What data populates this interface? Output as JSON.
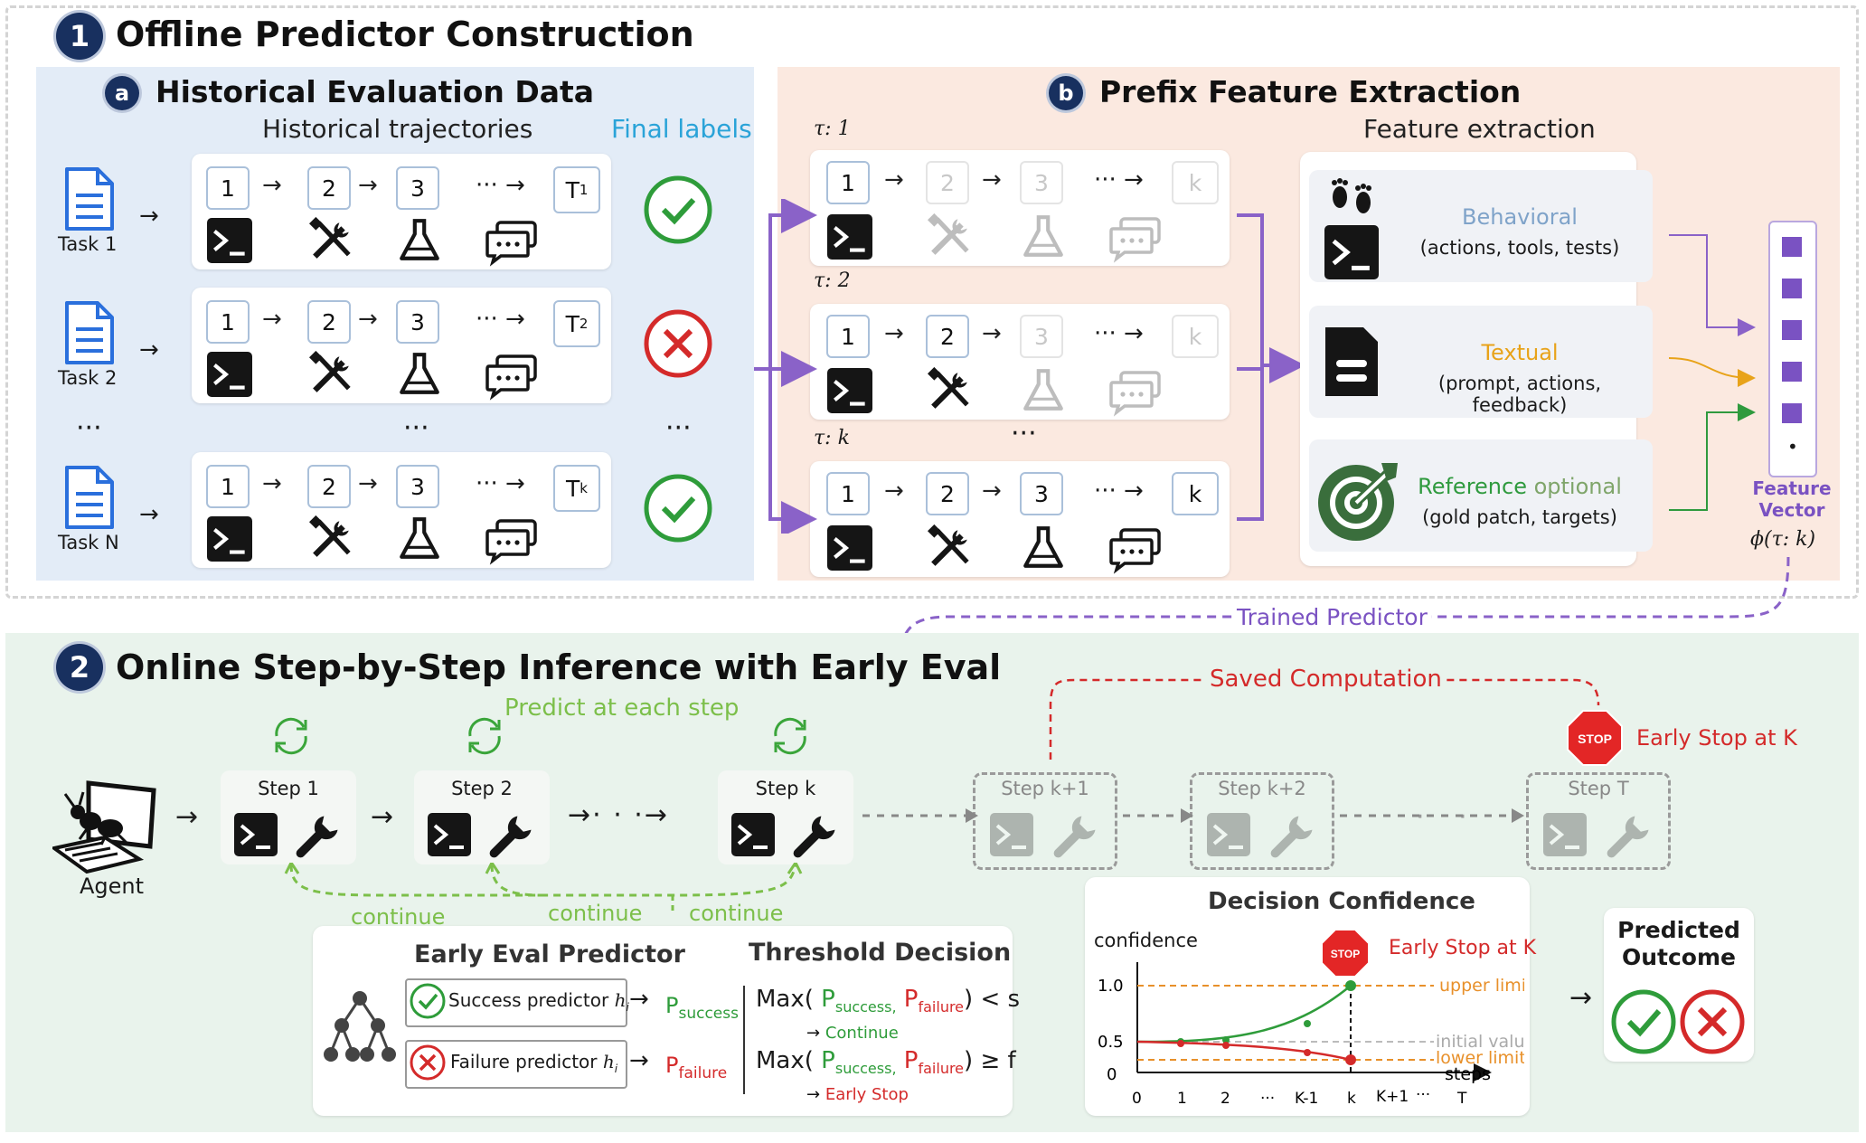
{
  "section1": {
    "number": "1",
    "title": "Offline Predictor Construction",
    "panel_a": {
      "letter": "a",
      "title": "Historical Evaluation Data",
      "trajectories_label": "Historical trajectories",
      "final_labels": "Final labels",
      "tasks": [
        {
          "label": "Task 1",
          "steps": [
            "1",
            "2",
            "3"
          ],
          "dots": "···",
          "last": "T",
          "last_sub": "1",
          "outcome": "success"
        },
        {
          "label": "Task 2",
          "steps": [
            "1",
            "2",
            "3"
          ],
          "dots": "···",
          "last": "T",
          "last_sub": "2",
          "outcome": "failure"
        },
        {
          "label": "Task N",
          "steps": [
            "1",
            "2",
            "3"
          ],
          "dots": "···",
          "last": "T",
          "last_sub": "k",
          "outcome": "success"
        }
      ],
      "ellipsis": "···"
    },
    "panel_b": {
      "letter": "b",
      "title": "Prefix Feature Extraction",
      "feature_extraction": "Feature extraction",
      "prefixes": [
        {
          "label": "τ: 1",
          "steps": [
            "1",
            "2",
            "3"
          ],
          "dots": "···",
          "last": "k"
        },
        {
          "label": "τ: 2",
          "steps": [
            "1",
            "2",
            "3"
          ],
          "dots": "···",
          "last": "k"
        },
        {
          "label": "τ: k",
          "steps": [
            "1",
            "2",
            "3"
          ],
          "dots": "···",
          "last": "k"
        }
      ],
      "ellipsis": "···",
      "features": [
        {
          "title": "Behavioral",
          "desc": "(actions, tools, tests)",
          "color": "#7fa3c9"
        },
        {
          "title": "Textual",
          "desc": "(prompt, actions, feedback)",
          "color": "#e8a31a"
        },
        {
          "title": "Reference",
          "title_extra": " optional",
          "desc": "(gold patch, targets)",
          "color": "#2f9a3e"
        }
      ],
      "vector_label": "Feature Vector",
      "vector_formula": "ϕ(τ: k)",
      "vector_dot": "•"
    }
  },
  "trained_predictor": "Trained Predictor",
  "section2": {
    "number": "2",
    "title": "Online Step-by-Step Inference with Early Eval",
    "predict_each": "Predict at each step",
    "agent": "Agent",
    "steps_active": [
      "Step 1",
      "Step 2",
      "Step k"
    ],
    "steps_faded": [
      "Step k+1",
      "Step k+2",
      "Step T"
    ],
    "continue": [
      "continue",
      "continue",
      "continue"
    ],
    "saved_computation": "Saved Computation",
    "early_stop": "Early Stop at K",
    "stop_sign": "STOP",
    "predictor_box": {
      "title": "Early Eval Predictor",
      "success": "Success predictor",
      "failure": "Failure predictor",
      "h": "h",
      "h_sub": "i",
      "p_success": "P",
      "p_success_sub": "success",
      "p_failure": "P",
      "p_failure_sub": "failure"
    },
    "threshold": {
      "title": "Threshold Decision",
      "max": "Max(",
      "p1": "P",
      "p1_sub": "success,",
      "p2": "P",
      "p2_sub": "failure",
      "lt": ") < s",
      "ge": ") ≥ f",
      "continue": "Continue",
      "early_stop": "Early Stop"
    },
    "confidence": {
      "title": "Decision Confidence",
      "ylabel": "confidence",
      "xlabel": "steps",
      "early_stop": "Early Stop at K",
      "upper": "upper limit",
      "initial": "initial value",
      "lower": "lower  limit",
      "yticks": [
        "1.0",
        "0.5",
        "0"
      ],
      "xticks": [
        "0",
        "1",
        "2",
        "···",
        "K-1",
        "k",
        "K+1",
        "···",
        "T"
      ]
    },
    "outcome": {
      "title_line1": "Predicted",
      "title_line2": "Outcome"
    }
  },
  "colors": {
    "navy": "#18305f",
    "success": "#2e9c3a",
    "failure": "#d42a2a",
    "purple": "#8a62c8",
    "green_text": "#7cbf4a",
    "orange": "#e8902a"
  }
}
